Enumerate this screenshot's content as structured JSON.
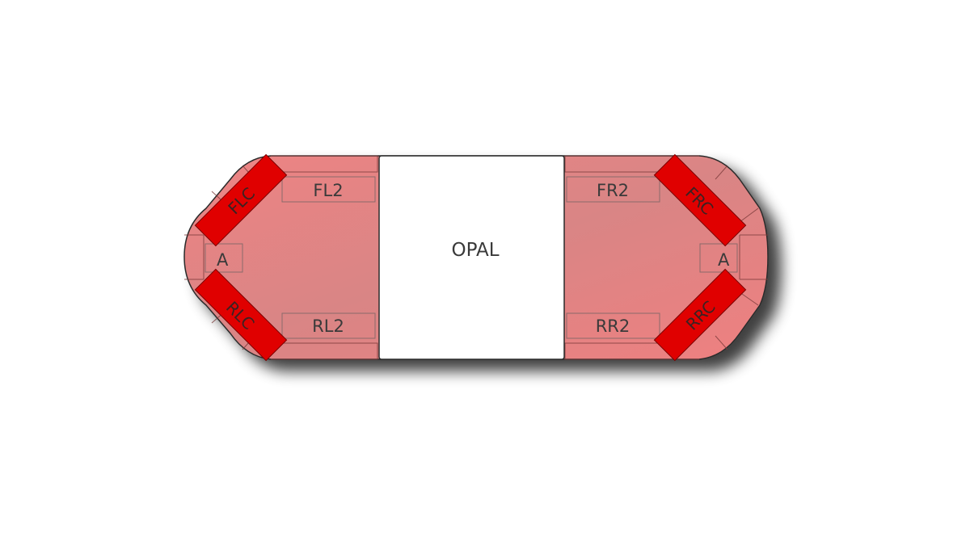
{
  "diagram": {
    "center_label": "OPAL",
    "left_end": {
      "front_corner_label": "FLC",
      "rear_corner_label": "RLC",
      "side_label": "A",
      "front_inner_label": "FL2",
      "rear_inner_label": "RL2"
    },
    "right_end": {
      "front_corner_label": "FRC",
      "rear_corner_label": "RRC",
      "side_label": "A",
      "front_inner_label": "FR2",
      "rear_inner_label": "RR2"
    },
    "colors": {
      "lens": "#ec7f7f",
      "lens_dark": "#d87a7a",
      "corner_module": "#e00000",
      "center_body": "#ffffff",
      "outline": "#2b2b2b"
    }
  }
}
